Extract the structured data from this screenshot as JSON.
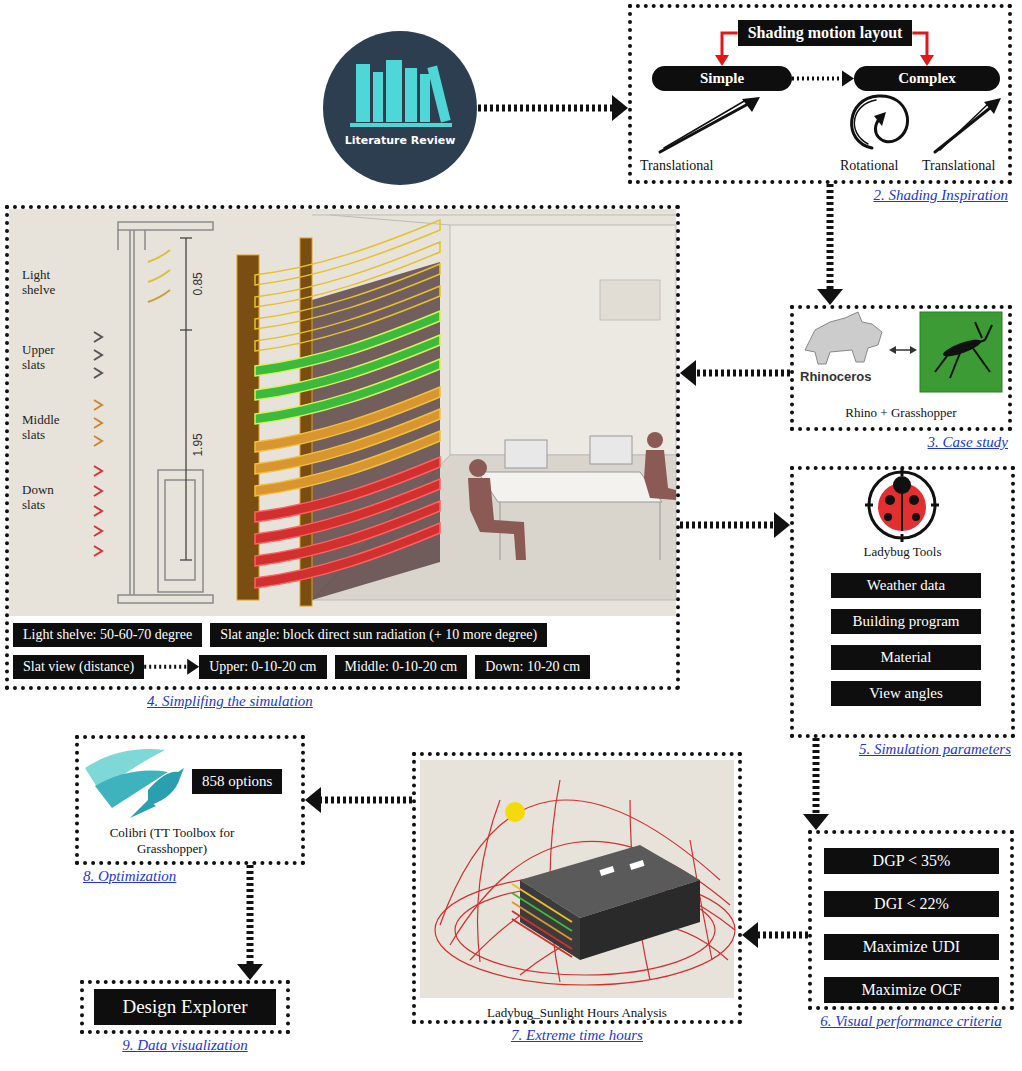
{
  "diagram": {
    "nodes": [
      {
        "text": [
          "Literature Review"
        ]
      },
      {
        "text": [
          "2. Shading Inspiration"
        ]
      },
      {
        "text": [
          "Shading motion layout"
        ],
        "in": 1
      },
      {
        "text": [
          "Simple"
        ],
        "in": 1
      },
      {
        "text": [
          "Complex"
        ],
        "in": 1
      },
      {
        "text": [
          "4. Simplifing the simulation"
        ]
      },
      {
        "text": [
          "Light shelve: 50-60-70 degree"
        ],
        "in": 5
      },
      {
        "text": [
          "Slat angle: block direct sun radiation (+ 10 more degree)"
        ],
        "in": 5
      },
      {
        "text": [
          "Slat view (distance)"
        ],
        "in": 5
      },
      {
        "text": [
          "Upper: 0-10-20 cm"
        ],
        "in": 5
      },
      {
        "text": [
          "Middle: 0-10-20 cm"
        ],
        "in": 5
      },
      {
        "text": [
          "Down: 10-20 cm"
        ],
        "in": 5
      },
      {
        "text": [
          "Rhino + Grasshopper",
          "3. Case study"
        ]
      },
      {
        "text": [
          "Ladybug Tools",
          "5. Simulation parameters"
        ]
      },
      {
        "text": [
          "Weather data"
        ],
        "in": 13
      },
      {
        "text": [
          "Building program"
        ],
        "in": 13
      },
      {
        "text": [
          "Material"
        ],
        "in": 13
      },
      {
        "text": [
          "View angles"
        ],
        "in": 13
      },
      {
        "text": [
          "6. Visual performance criteria"
        ]
      },
      {
        "text": [
          "DGP < 35%"
        ],
        "in": 18
      },
      {
        "text": [
          "DGI < 22%"
        ],
        "in": 18
      },
      {
        "text": [
          "Maximize UDI"
        ],
        "in": 18
      },
      {
        "text": [
          "Maximize OCF"
        ],
        "in": 18
      },
      {
        "text": [
          "Ladybug_Sunlight Hours Analysis",
          "7. Extreme time hours"
        ]
      },
      {
        "text": [
          "Colibri (TT Toolbox for Grasshopper)",
          "8. Optimization"
        ]
      },
      {
        "text": [
          "858 options"
        ],
        "in": 24
      },
      {
        "text": [
          "9. Data visualization"
        ]
      },
      {
        "text": [
          "Design Explorer"
        ],
        "in": 26
      }
    ],
    "edges": [
      {
        "from": 0,
        "to": 1,
        "arrow": "to"
      },
      {
        "from": 2,
        "to": 3,
        "arrow": "to"
      },
      {
        "from": 2,
        "to": 4,
        "arrow": "to"
      },
      {
        "from": 3,
        "to": 4,
        "arrow": "to"
      },
      {
        "from": 1,
        "to": 12,
        "arrow": "to"
      },
      {
        "from": 12,
        "to": 5,
        "arrow": "to"
      },
      {
        "from": 8,
        "to": 9,
        "arrow": "to"
      },
      {
        "from": 5,
        "to": 13,
        "arrow": "to"
      },
      {
        "from": 13,
        "to": 18,
        "arrow": "to"
      },
      {
        "from": 18,
        "to": 23,
        "arrow": "to"
      },
      {
        "from": 23,
        "to": 24,
        "arrow": "to"
      },
      {
        "from": 24,
        "to": 26,
        "arrow": "to"
      }
    ],
    "labels": [
      "Translational",
      "Rotational",
      "Translational",
      "Light shelve",
      "Upper slats",
      "Middle slats",
      "Down slats",
      "0.85",
      "1.95",
      "Rhinoceros"
    ]
  }
}
